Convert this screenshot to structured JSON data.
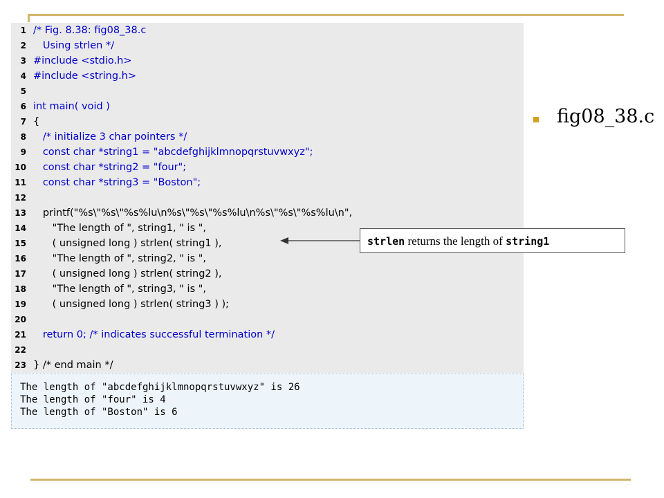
{
  "code": {
    "lines": [
      {
        "num": "1",
        "text": "/* Fig. 8.38: fig08_38.c"
      },
      {
        "num": "2",
        "text": "   Using strlen */"
      },
      {
        "num": "3",
        "text": "#include <stdio.h>"
      },
      {
        "num": "4",
        "text": "#include <string.h>"
      },
      {
        "num": "5",
        "text": ""
      },
      {
        "num": "6",
        "text": "int main( void )"
      },
      {
        "num": "7",
        "text": "{"
      },
      {
        "num": "8",
        "text": "   /* initialize 3 char pointers */"
      },
      {
        "num": "9",
        "text": "   const char *string1 = \"abcdefghijklmnopqrstuvwxyz\";"
      },
      {
        "num": "10",
        "text": "   const char *string2 = \"four\";"
      },
      {
        "num": "11",
        "text": "   const char *string3 = \"Boston\";"
      },
      {
        "num": "12",
        "text": ""
      },
      {
        "num": "13",
        "text": "   printf(\"%s\\\"%s\\\"%s%lu\\n%s\\\"%s\\\"%s%lu\\n%s\\\"%s\\\"%s%lu\\n\","
      },
      {
        "num": "14",
        "text": "      \"The length of \", string1, \" is \","
      },
      {
        "num": "15",
        "text": "      ( unsigned long ) strlen( string1 ),"
      },
      {
        "num": "16",
        "text": "      \"The length of \", string2, \" is \","
      },
      {
        "num": "17",
        "text": "      ( unsigned long ) strlen( string2 ),"
      },
      {
        "num": "18",
        "text": "      \"The length of \", string3, \" is \","
      },
      {
        "num": "19",
        "text": "      ( unsigned long ) strlen( string3 ) );"
      },
      {
        "num": "20",
        "text": ""
      },
      {
        "num": "21",
        "text": "   return 0; /* indicates successful termination */"
      },
      {
        "num": "22",
        "text": ""
      },
      {
        "num": "23",
        "text": "} /* end main */"
      }
    ]
  },
  "output": {
    "lines": [
      "The length of \"abcdefghijklmnopqrstuvwxyz\" is 26",
      "The length of \"four\" is 4",
      "The length of \"Boston\" is 6"
    ]
  },
  "bullet": {
    "text": "fig08_38.c"
  },
  "callout": {
    "code1": "strlen",
    "text": " returns the length of ",
    "code2": "string1"
  },
  "colors": {
    "rule": "#d4b56a",
    "bullet": "#d4a020",
    "code_bg": "#eaeaea",
    "highlight": "#ffff44",
    "keyword": "#0000cc"
  }
}
